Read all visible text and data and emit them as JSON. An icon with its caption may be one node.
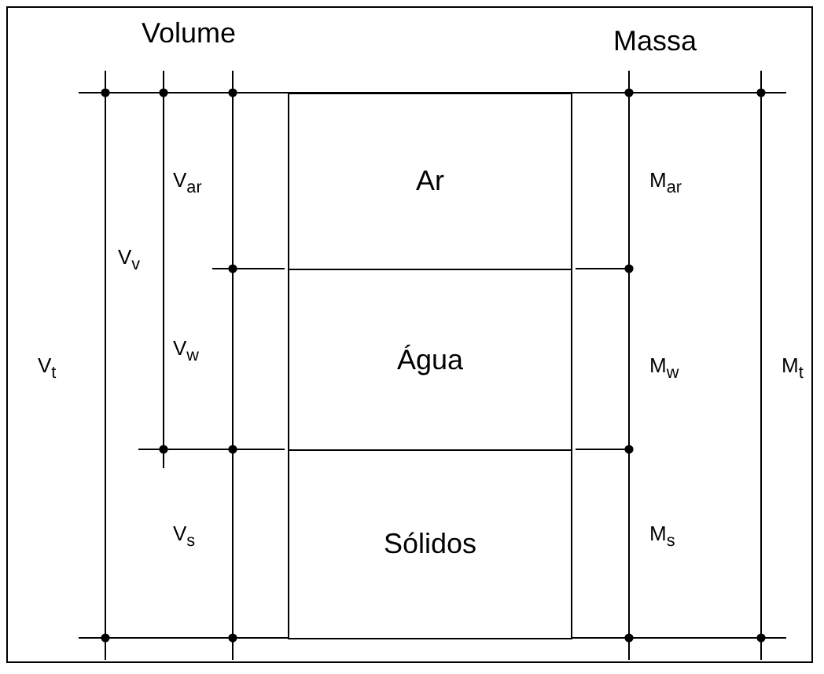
{
  "diagram": {
    "nodes": [
      {
        "text": [
          "Ar"
        ]
      },
      {
        "text": [
          "Água"
        ]
      },
      {
        "text": [
          "Sólidos"
        ]
      }
    ],
    "edges": [],
    "labels": [
      "Volume",
      "Massa",
      "V$_{ar}$",
      "M$_{ar}$",
      "V$_{v}$",
      "V$_{t}$",
      "V$_{w}$",
      "M$_{w}$",
      "M$_{t}$",
      "V$_{s}$",
      "M$_{s}$"
    ]
  }
}
